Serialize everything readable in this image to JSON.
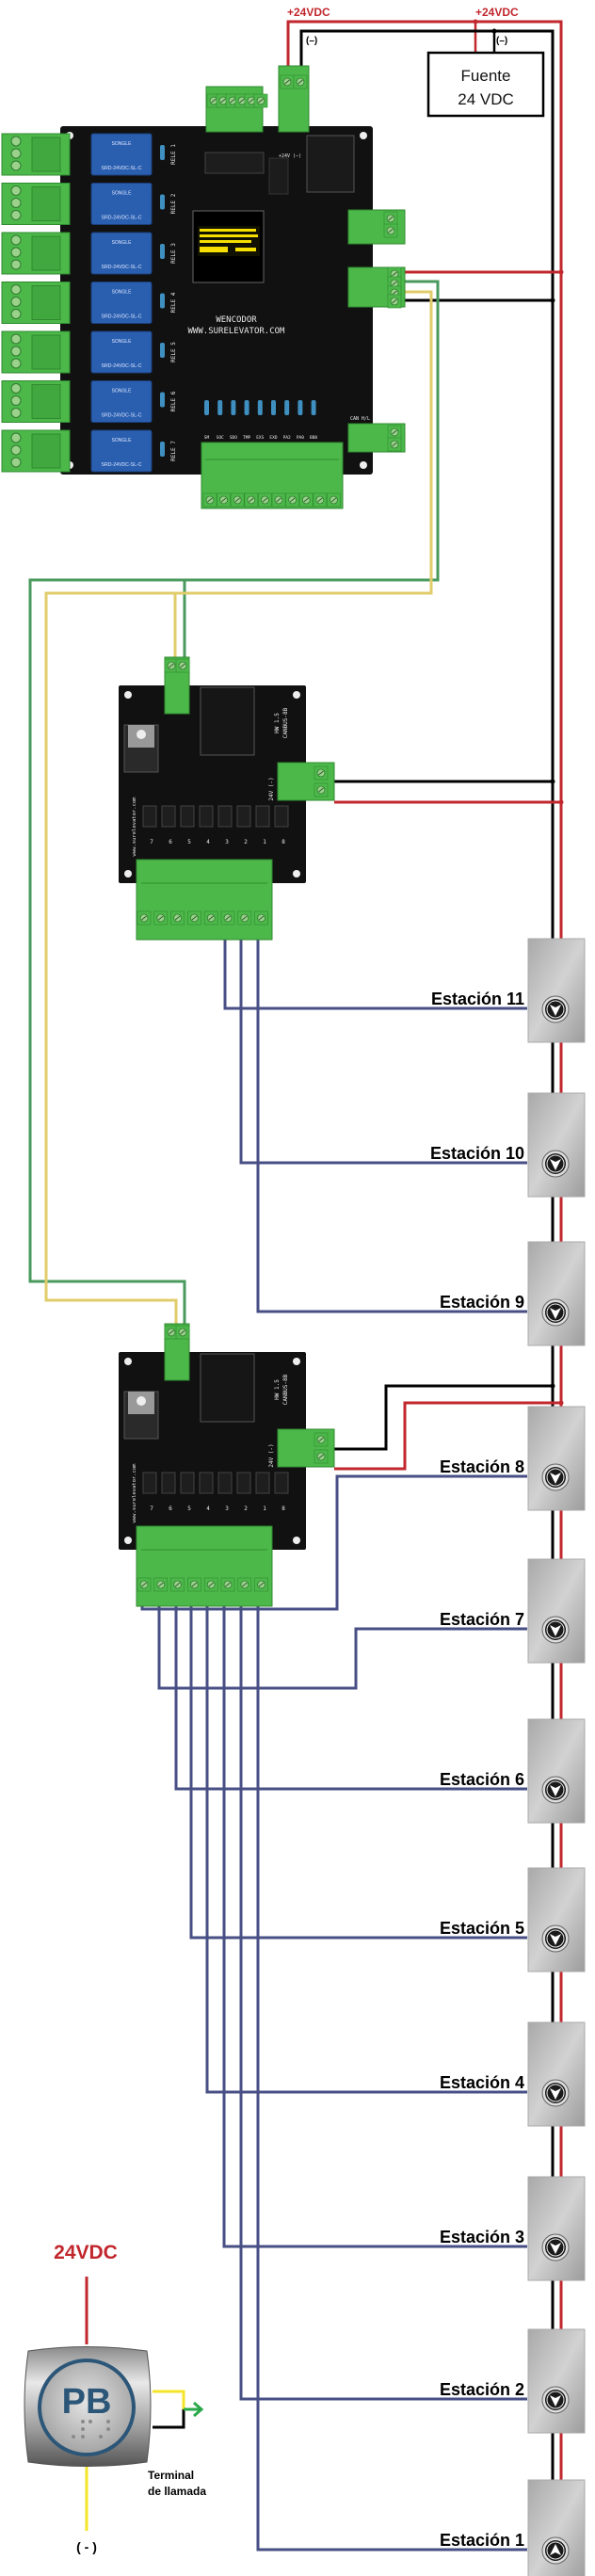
{
  "power_supply": {
    "title_line1": "Fuente",
    "title_line2": "24 VDC",
    "positive_label": "+24VDC",
    "negative_label": "(–)"
  },
  "main_board": {
    "brand": "WENCODOR",
    "website": "WWW.SURELEVATOR.COM",
    "relays": [
      "RELE 1",
      "RELE 2",
      "RELE 3",
      "RELE 4",
      "RELE 5",
      "RELE 6",
      "RELE 7"
    ],
    "relay_part": "SRD-24VDC-SL-C",
    "relay_brand": "SONGLE",
    "input_labels": [
      "SM",
      "SOC",
      "SDO",
      "TMP",
      "EXS",
      "EXD",
      "PA2",
      "PA0",
      "BB0"
    ],
    "power_label": "+24V (–)",
    "can_label": "CAN H/L"
  },
  "can_boards": [
    {
      "model": "CANBUS-8B",
      "hw": "HW 1.5",
      "power_label": "24V (-)",
      "website": "www.surelevator.com",
      "terminals": [
        "7",
        "6",
        "5",
        "4",
        "3",
        "2",
        "1",
        "8"
      ]
    },
    {
      "model": "CANBUS-8B",
      "hw": "HW 1.5",
      "power_label": "24V (-)",
      "website": "www.surelevator.com",
      "terminals": [
        "7",
        "6",
        "5",
        "4",
        "3",
        "2",
        "1",
        "8"
      ]
    }
  ],
  "stations": [
    {
      "label": "Estación 11",
      "arrow": "down"
    },
    {
      "label": "Estación 10",
      "arrow": "down"
    },
    {
      "label": "Estación 9",
      "arrow": "down"
    },
    {
      "label": "Estación 8",
      "arrow": "down"
    },
    {
      "label": "Estación 7",
      "arrow": "down"
    },
    {
      "label": "Estación 6",
      "arrow": "down"
    },
    {
      "label": "Estación 5",
      "arrow": "down"
    },
    {
      "label": "Estación 4",
      "arrow": "down"
    },
    {
      "label": "Estación 3",
      "arrow": "down"
    },
    {
      "label": "Estación 2",
      "arrow": "down"
    },
    {
      "label": "Estación 1",
      "arrow": "up"
    }
  ],
  "legend": {
    "supply_label": "24VDC",
    "button_text": "PB",
    "terminal_line1": "Terminal",
    "terminal_line2": "de llamada",
    "negative_label": "( - )"
  },
  "colors": {
    "positive_wire": "#c1272d",
    "negative_wire": "#000000",
    "can_high": "#4a9a5e",
    "can_low": "#e0cc6a",
    "signal_wire": "#474f85",
    "terminal_green": "#4cb84a",
    "pcb": "#111111",
    "relay_blue": "#2a5fb0",
    "station_panel": "#bdbdbd"
  }
}
